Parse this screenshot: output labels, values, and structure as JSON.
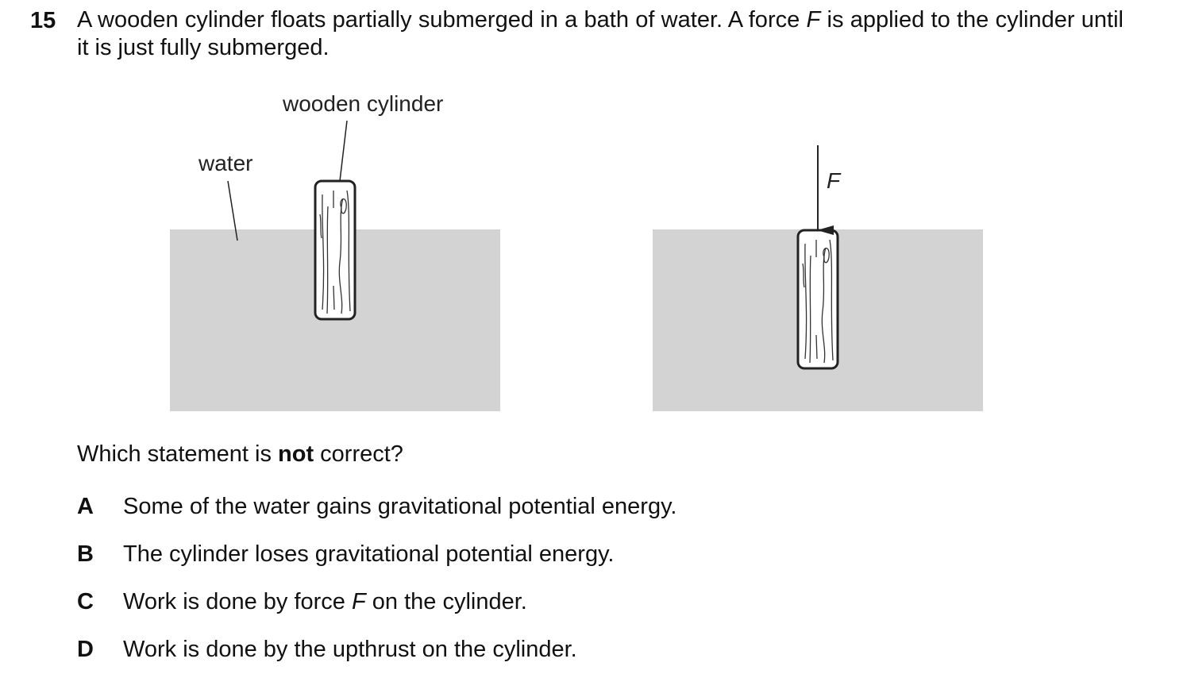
{
  "question": {
    "number": "15",
    "stem_part1": "A wooden cylinder floats partially submerged in a bath of water. A force ",
    "stem_var": "F",
    "stem_part2": " is applied to the cylinder until it is just fully submerged."
  },
  "figure": {
    "label_cylinder": "wooden cylinder",
    "label_water": "water",
    "label_force": "F",
    "colors": {
      "water": "#d3d3d3",
      "outline": "#222222"
    }
  },
  "prompt": {
    "before": "Which statement is ",
    "emphasis": "not",
    "after": " correct?"
  },
  "options": [
    {
      "letter": "A",
      "before": "Some of the water gains gravitational potential energy.",
      "var": "",
      "after": ""
    },
    {
      "letter": "B",
      "before": "The cylinder loses gravitational potential energy.",
      "var": "",
      "after": ""
    },
    {
      "letter": "C",
      "before": "Work is done by force ",
      "var": "F",
      "after": " on the cylinder."
    },
    {
      "letter": "D",
      "before": "Work is done by the upthrust on the cylinder.",
      "var": "",
      "after": ""
    }
  ]
}
